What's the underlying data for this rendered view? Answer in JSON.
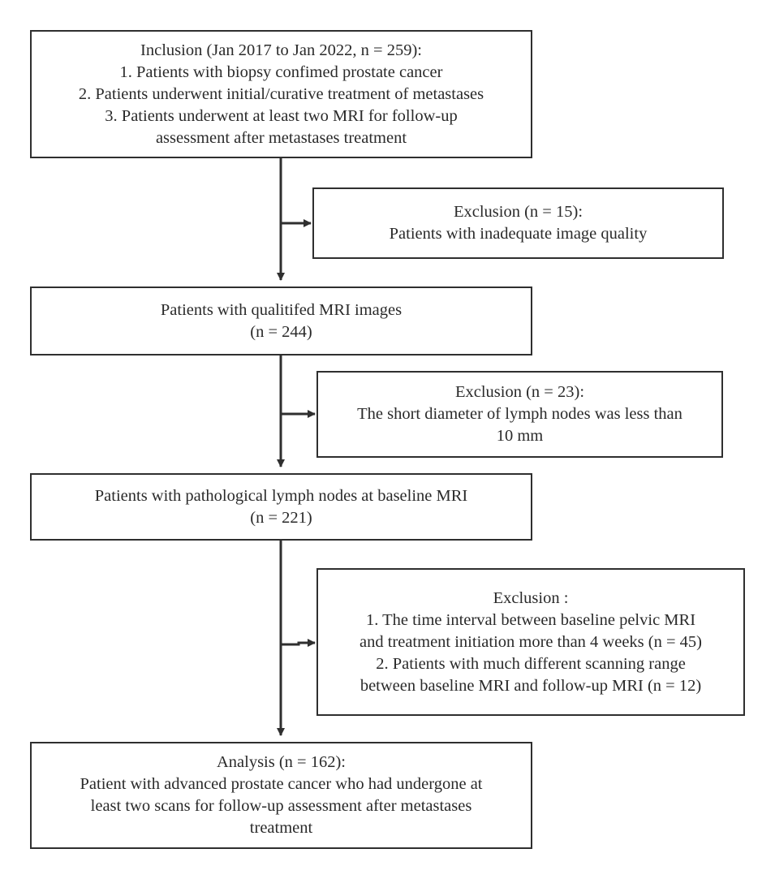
{
  "inclusion": {
    "title": "Inclusion (Jan 2017 to Jan 2022, n = 259):",
    "items": [
      "1. Patients with biopsy confimed prostate cancer",
      "2. Patients underwent initial/curative treatment of metastases",
      "3. Patients underwent at least two MRI for follow-up",
      "assessment after metastases treatment"
    ]
  },
  "exclusion_1": {
    "title": "Exclusion (n = 15):",
    "reason": "Patients with inadequate image quality"
  },
  "qualified": {
    "title": "Patients with qualitifed MRI images",
    "count": "(n = 244)"
  },
  "exclusion_2": {
    "title": "Exclusion (n = 23):",
    "reason_line1": "The short diameter of lymph nodes was less than",
    "reason_line2": "10 mm"
  },
  "pathological": {
    "title": "Patients with pathological lymph nodes at baseline MRI",
    "count": "(n = 221)"
  },
  "exclusion_3": {
    "title": "Exclusion :",
    "items": [
      "1. The time interval between baseline pelvic MRI",
      "and treatment initiation more than 4 weeks (n = 45)",
      "2. Patients with much different scanning range",
      "between baseline MRI and follow-up MRI (n = 12)"
    ]
  },
  "analysis": {
    "title": "Analysis (n = 162):",
    "lines": [
      "Patient with advanced prostate cancer who had undergone at",
      "least two scans for follow-up assessment after metastases",
      "treatment"
    ]
  },
  "colors": {
    "stroke": "#2f2f2f",
    "text": "#2a2a2a",
    "background": "#ffffff"
  }
}
